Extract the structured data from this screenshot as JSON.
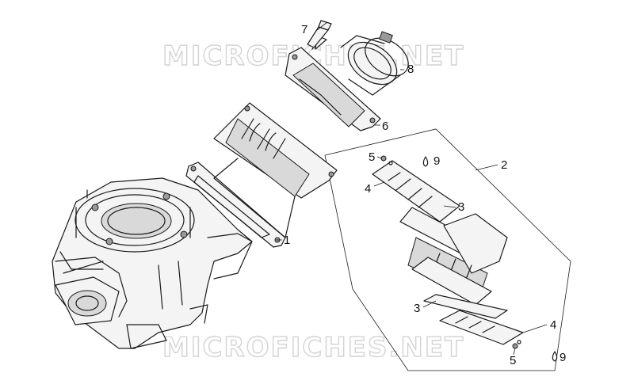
{
  "watermark": {
    "text": "MICROFICHES.NET"
  },
  "callouts": {
    "c1": "1",
    "c2": "2",
    "c3": "3",
    "c4": "4",
    "c5": "5",
    "c6": "6",
    "c7": "7",
    "c8": "8",
    "c9": "9"
  },
  "colors": {
    "line": "#1a1a1a",
    "watermark": "#cfcfcf",
    "background": "#ffffff"
  }
}
